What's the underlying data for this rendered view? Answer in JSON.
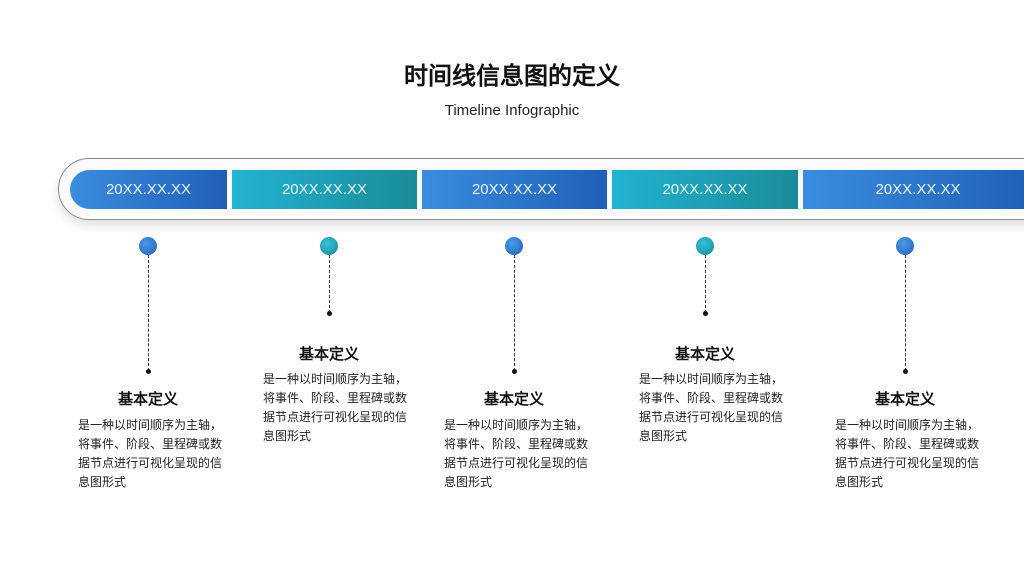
{
  "title": "时间线信息图的定义",
  "subtitle": "Timeline Infographic",
  "colors": {
    "blue": "#2a72cc",
    "teal": "#1fa3bb"
  },
  "items": [
    {
      "date": "20XX.XX.XX",
      "heading": "基本定义",
      "text": "是一种以时间顺序为主轴，将事件、阶段、里程碑或数据节点进行可视化呈现的信息图形式"
    },
    {
      "date": "20XX.XX.XX",
      "heading": "基本定义",
      "text": "是一种以时间顺序为主轴，将事件、阶段、里程碑或数据节点进行可视化呈现的信息图形式"
    },
    {
      "date": "20XX.XX.XX",
      "heading": "基本定义",
      "text": "是一种以时间顺序为主轴，将事件、阶段、里程碑或数据节点进行可视化呈现的信息图形式"
    },
    {
      "date": "20XX.XX.XX",
      "heading": "基本定义",
      "text": "是一种以时间顺序为主轴，将事件、阶段、里程碑或数据节点进行可视化呈现的信息图形式"
    },
    {
      "date": "20XX.XX.XX",
      "heading": "基本定义",
      "text": "是一种以时间顺序为主轴，将事件、阶段、里程碑或数据节点进行可视化呈现的信息图形式"
    }
  ]
}
